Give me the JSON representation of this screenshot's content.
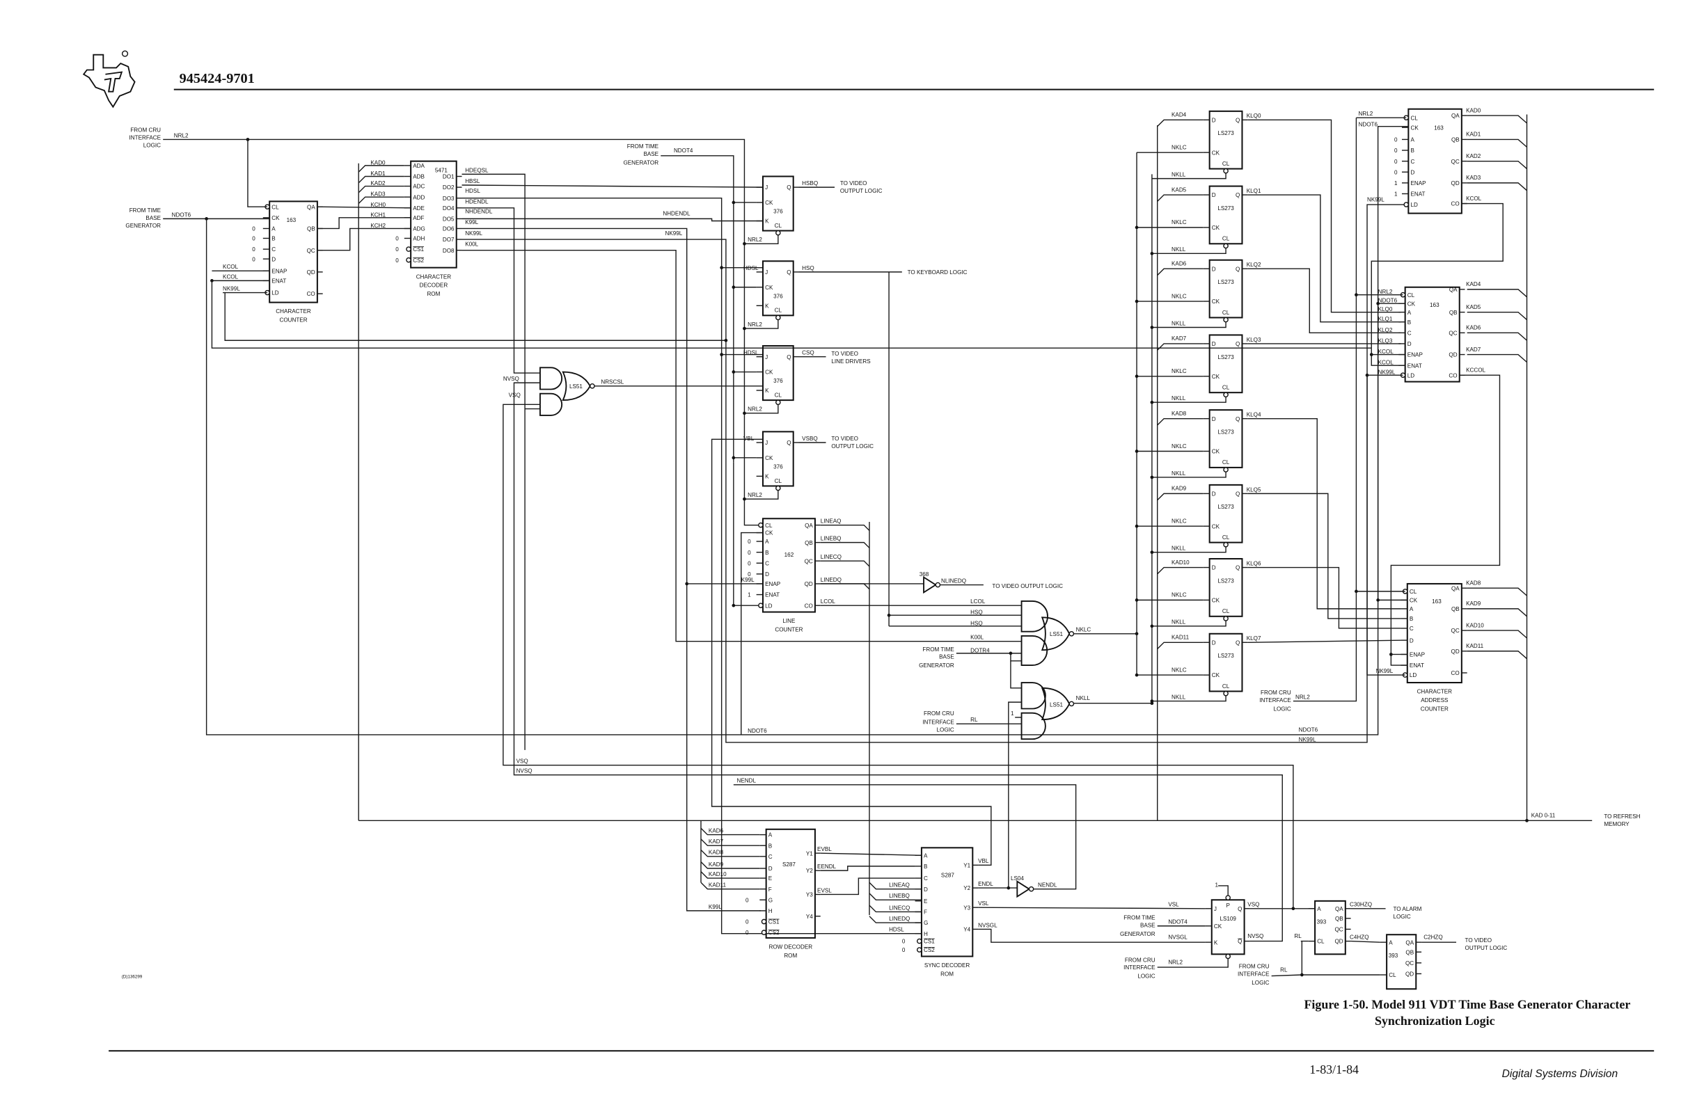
{
  "header": {
    "doc_number": "945424-9701",
    "logo": "Texas Instruments logo"
  },
  "figure": {
    "title_line1": "Figure 1-50. Model 911 VDT Time Base Generator Character",
    "title_line2": "Synchronization Logic"
  },
  "footer": {
    "page": "1-83/1-84",
    "division": "Digital Systems Division"
  },
  "drawing_id": "(D)136299",
  "const": {
    "zero": "0",
    "one": "1"
  },
  "sources": {
    "cru": [
      "FROM CRU",
      "INTERFACE",
      "LOGIC"
    ],
    "tbg": [
      "FROM TIME",
      "BASE",
      "GENERATOR"
    ]
  },
  "destinations": {
    "video_output": [
      "TO VIDEO",
      "OUTPUT LOGIC"
    ],
    "keyboard": "TO KEYBOARD LOGIC",
    "line_drivers": [
      "TO VIDEO",
      "LINE DRIVERS"
    ],
    "video_output_single": "TO VIDEO OUTPUT LOGIC",
    "refresh": [
      "TO REFRESH",
      "MEMORY"
    ],
    "alarm": [
      "TO ALARM",
      "LOGIC"
    ]
  },
  "pin_sets": {
    "counter": {
      "in": [
        "CL",
        "CK",
        "A",
        "B",
        "C",
        "D",
        "ENAP",
        "ENAT",
        "LD"
      ],
      "out": [
        "QA",
        "QB",
        "QC",
        "QD",
        "CO"
      ]
    },
    "r5471": {
      "in": [
        "ADA",
        "ADB",
        "ADC",
        "ADD",
        "ADE",
        "ADF",
        "ADG",
        "ADH",
        "CS1",
        "CS2"
      ],
      "out": [
        "DO1",
        "DO2",
        "DO3",
        "DO4",
        "DO5",
        "DO6",
        "DO7",
        "DO8"
      ]
    },
    "s287": {
      "in": [
        "A",
        "B",
        "C",
        "D",
        "E",
        "F",
        "G",
        "H",
        "CS1",
        "CS2"
      ],
      "out": [
        "Y1",
        "Y2",
        "Y3",
        "Y4"
      ]
    },
    "ff376": {
      "in": [
        "J",
        "CK",
        "K"
      ],
      "out": [
        "Q"
      ],
      "bottom": "CL"
    },
    "ls273": {
      "in": [
        "D",
        "CK"
      ],
      "out": [
        "Q"
      ],
      "bottom": "CL"
    },
    "ls109": {
      "in": [
        "J",
        "CK",
        "K"
      ],
      "out": [
        "Q",
        "Q"
      ],
      "top": "P"
    },
    "c393": {
      "in": [
        "A",
        "CL"
      ],
      "out": [
        "QA",
        "QB",
        "QC",
        "QD"
      ]
    }
  },
  "char_counter": {
    "part": "163",
    "caption": [
      "CHARACTER",
      "COUNTER"
    ],
    "signals": {
      "nrl2": "NRL2",
      "ndot6": "NDOT6",
      "kcol1": "KCOL",
      "kcol2": "KCOL",
      "nk99l": "NK99L"
    }
  },
  "decoder_rom": {
    "part": "5471",
    "caption": [
      "CHARACTER",
      "DECODER",
      "ROM"
    ],
    "inputs": [
      "KAD0",
      "KAD1",
      "KAD2",
      "KAD3",
      "KCH0",
      "KCH1",
      "KCH2"
    ],
    "outputs": [
      "HDEQSL",
      "HBSL",
      "HDSL",
      "HDENDL",
      "NHDENDL",
      "K99L",
      "NK99L",
      "K00L"
    ]
  },
  "flipflops": [
    {
      "part": "376",
      "j_in": "",
      "q_out": "HSBQ",
      "clear": "NRL2"
    },
    {
      "part": "376",
      "j_in": "HDSL",
      "q_out": "HSQ",
      "clear": "NRL2"
    },
    {
      "part": "376",
      "j_in": "HDSL",
      "q_out": "CSQ",
      "clear": "NRL2"
    },
    {
      "part": "376",
      "j_in": "VBL",
      "q_out": "VSBQ",
      "clear": "NRL2"
    }
  ],
  "rs_gate": {
    "part": "LS51",
    "inputs": [
      "NVSQ",
      "VSQ"
    ],
    "output": "NRSCSL"
  },
  "line_counter": {
    "part": "162",
    "caption": [
      "LINE",
      "COUNTER"
    ],
    "enap_in": "K99L",
    "outputs": [
      "LINEAQ",
      "LINEBQ",
      "LINECQ",
      "LINEDQ",
      "LCOL"
    ]
  },
  "inverter_368": {
    "part": "368",
    "output": "NLINEDQ"
  },
  "nklc_gate": {
    "part": "LS51",
    "inputs": [
      "LCOL",
      "HSQ",
      "HSQ",
      "K00L",
      "DOTR4"
    ],
    "output": "NKLC"
  },
  "nkll_gate": {
    "part": "LS51",
    "inputs": [
      "RL"
    ],
    "output": "NKLL"
  },
  "latch": {
    "part": "LS273",
    "ck_in": "NKLC",
    "cl_in": "NKLL"
  },
  "latches": [
    {
      "d": "KAD4",
      "q": "KLQ0"
    },
    {
      "d": "KAD5",
      "q": "KLQ1"
    },
    {
      "d": "KAD6",
      "q": "KLQ2"
    },
    {
      "d": "KAD7",
      "q": "KLQ3"
    },
    {
      "d": "KAD8",
      "q": "KLQ4"
    },
    {
      "d": "KAD9",
      "q": "KLQ5"
    },
    {
      "d": "KAD10",
      "q": "KLQ6"
    },
    {
      "d": "KAD11",
      "q": "KLQ7"
    }
  ],
  "addr_counters": [
    {
      "part": "163",
      "inputs": [
        "NRL2",
        "NDOT6",
        "NK99L"
      ],
      "outputs": [
        "KAD0",
        "KAD1",
        "KAD2",
        "KAD3",
        "KCOL"
      ]
    },
    {
      "part": "163",
      "inputs": [
        "NRL2",
        "NDOT6",
        "KLQ0",
        "KLQ1",
        "KLQ2",
        "KLQ3",
        "KCOL",
        "KCOL",
        "NK99L"
      ],
      "outputs": [
        "KAD4",
        "KAD5",
        "KAD6",
        "KAD7",
        "KCCOL"
      ]
    },
    {
      "part": "163",
      "inputs": [
        "NK99L"
      ],
      "outputs": [
        "KAD8",
        "KAD9",
        "KAD10",
        "KAD11"
      ],
      "nrl2": "NRL2",
      "caption": [
        "CHARACTER",
        "ADDRESS",
        "COUNTER"
      ]
    }
  ],
  "address_bus": "KAD 0-11",
  "row_rom": {
    "part": "S287",
    "caption": [
      "ROW DECODER",
      "ROM"
    ],
    "inputs": [
      "KAD6",
      "KAD7",
      "KAD8",
      "KAD9",
      "KAD10",
      "KAD11",
      "K99L"
    ],
    "outputs": [
      "EVBL",
      "EENDL",
      "EVSL"
    ]
  },
  "sync_rom": {
    "part": "S287",
    "caption": [
      "SYNC DECODER",
      "ROM"
    ],
    "inputs": [
      "LINEAQ",
      "LINEBQ",
      "LINECQ",
      "LINEDQ",
      "HDSL"
    ],
    "outputs": [
      "VBL",
      "ENDL",
      "VSL",
      "NVSGL"
    ]
  },
  "ls04": {
    "part": "LS04",
    "output": "NENDL"
  },
  "ls109": {
    "part": "LS109",
    "inputs": [
      "VSL",
      "NDOT4",
      "NVSGL",
      "NRL2"
    ],
    "outputs": [
      "VSQ",
      "NVSQ"
    ]
  },
  "div_393a": {
    "part": "393",
    "cl_in": "RL",
    "outputs": [
      "C30HZQ",
      "C4HZQ"
    ]
  },
  "div_393b": {
    "part": "393",
    "cl_in": "RL",
    "outputs": [
      "C2HZQ"
    ]
  },
  "bus_labels": {
    "ndot4_top": "NDOT4",
    "nrl2_top": "NRL2",
    "nhdendl": "NHDENDL",
    "nk99l_mid": "NK99L",
    "ndot6_left": "NDOT6",
    "ndot6_right": "NDOT6",
    "nk99l_right": "NK99L",
    "vsq": "VSQ",
    "nvsq": "NVSQ",
    "nendl": "NENDL"
  }
}
